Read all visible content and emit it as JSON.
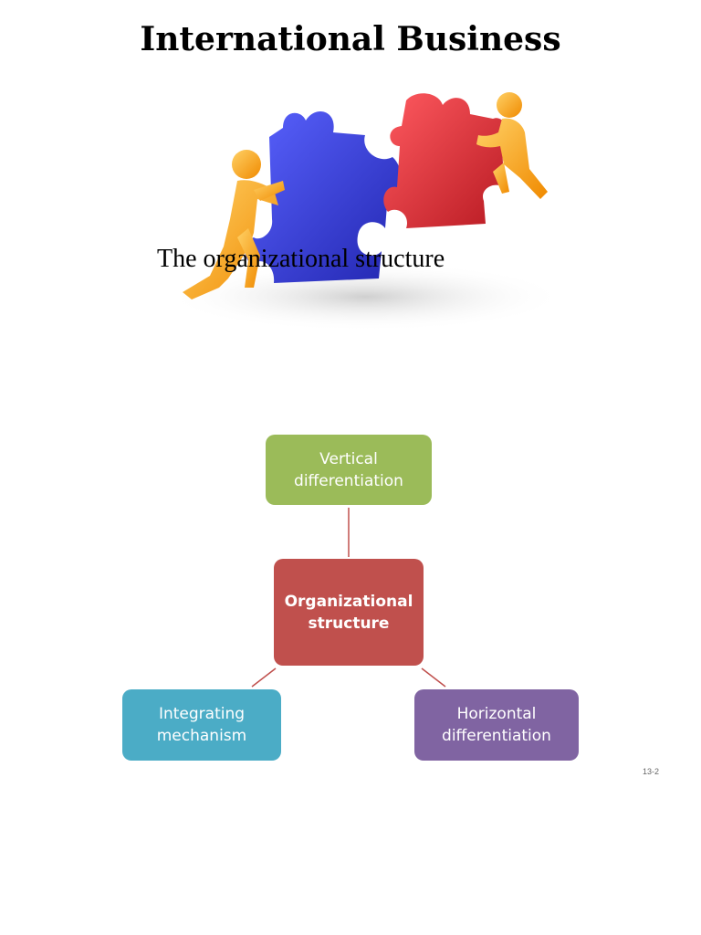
{
  "title": "International Business",
  "subtitle": "The organizational structure",
  "diagram": {
    "center": {
      "label": "Organizational\nstructure",
      "color": "#c0504d"
    },
    "top": {
      "label": "Vertical\ndifferentiation",
      "color": "#9bbb59"
    },
    "left": {
      "label": "Integrating\nmechanism",
      "color": "#4bacc6"
    },
    "right": {
      "label": "Horizontal\ndifferentiation",
      "color": "#8064a2"
    },
    "connector_color": "#c0504d"
  },
  "illustration": {
    "pieces": [
      {
        "name": "blue-puzzle-piece",
        "color": "#3a3fd8"
      },
      {
        "name": "red-puzzle-piece",
        "color": "#e0303a"
      }
    ],
    "figure_color": "#f5a623"
  },
  "page_number": "13-2"
}
